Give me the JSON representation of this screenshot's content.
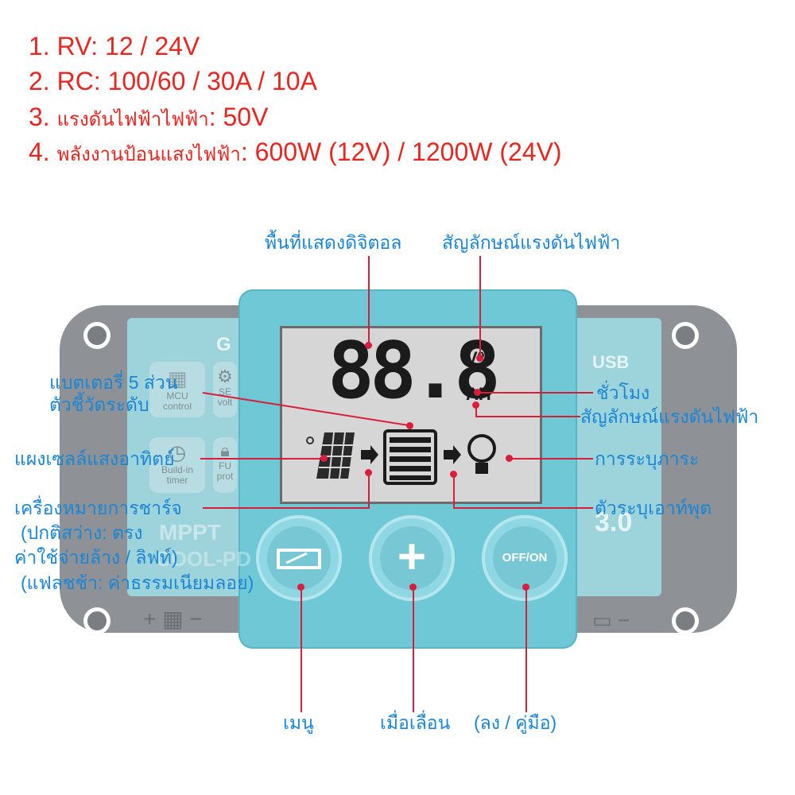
{
  "specs": [
    {
      "prefix": "1. ",
      "label": "RV: ",
      "value": "12 / 24V"
    },
    {
      "prefix": "2. ",
      "label": "RC: ",
      "value": "100/60 / 30A / 10A"
    },
    {
      "prefix": "3. ",
      "label": "แรงดันไฟฟ้าไฟฟ้า",
      "value": ": 50V"
    },
    {
      "prefix": "4. ",
      "label": "พลังงานป้อนแสงไฟฟ้า",
      "value": ": 600W (12V) / 1200W (24V)"
    }
  ],
  "callouts": {
    "digital_display": "พื้นที่แสดงดิจิตอล",
    "voltage_symbol_top": "สัญลักษณ์แรงดันไฟฟ้า",
    "battery_level_1": "แบตเตอรี่ 5 ส่วน",
    "battery_level_2": "ตัวชี้วัดระดับ",
    "hour": "ชั่วโมง",
    "voltage_symbol_right": "สัญลักษณ์แรงดันไฟฟ้า",
    "solar_panel": "แผงเซลล์แสงอาทิตย์",
    "load_indicator": "การระบุภาระ",
    "charge_mark_1": "เครื่องหมายการชาร์จ",
    "charge_mark_2": "(ปกติสว่าง: ตรง",
    "charge_mark_3": "ค่าใช้จ่ายล้าง / ลิฟท์)",
    "charge_mark_4": "(แฟลชช้า: ค่าธรรมเนียมลอย)",
    "output_indicator": "ตัวระบุเอาท์พุต",
    "menu": "เมนู",
    "scroll": "เมื่อเลื่อน",
    "down_manual": "(ลง / คู่มือ)"
  },
  "device": {
    "lcd_digits": "88.8",
    "unit_top": "V%",
    "unit_bottom": "AH",
    "button_left_icon": "menu-icon",
    "button_center_label": "+",
    "button_right_label": "OFF/ON",
    "sticker_tiles": [
      {
        "label": "MCU\ncontrol"
      },
      {
        "label": "SE\nvolt"
      },
      {
        "label": "Build-in\ntimer"
      },
      {
        "label": "FU\nprot"
      }
    ],
    "ghost_mppt": "MPPT",
    "ghost_sub": "COOL-PD",
    "ghost_version": "3.0",
    "ghost_usb": "USB",
    "ghost_g": "G"
  },
  "colors": {
    "spec_text": "#e8261f",
    "callout_text": "#1a86d6",
    "leader_line": "#d81e3a",
    "faceplate": "#6ec8d6",
    "board": "#8e9196"
  }
}
